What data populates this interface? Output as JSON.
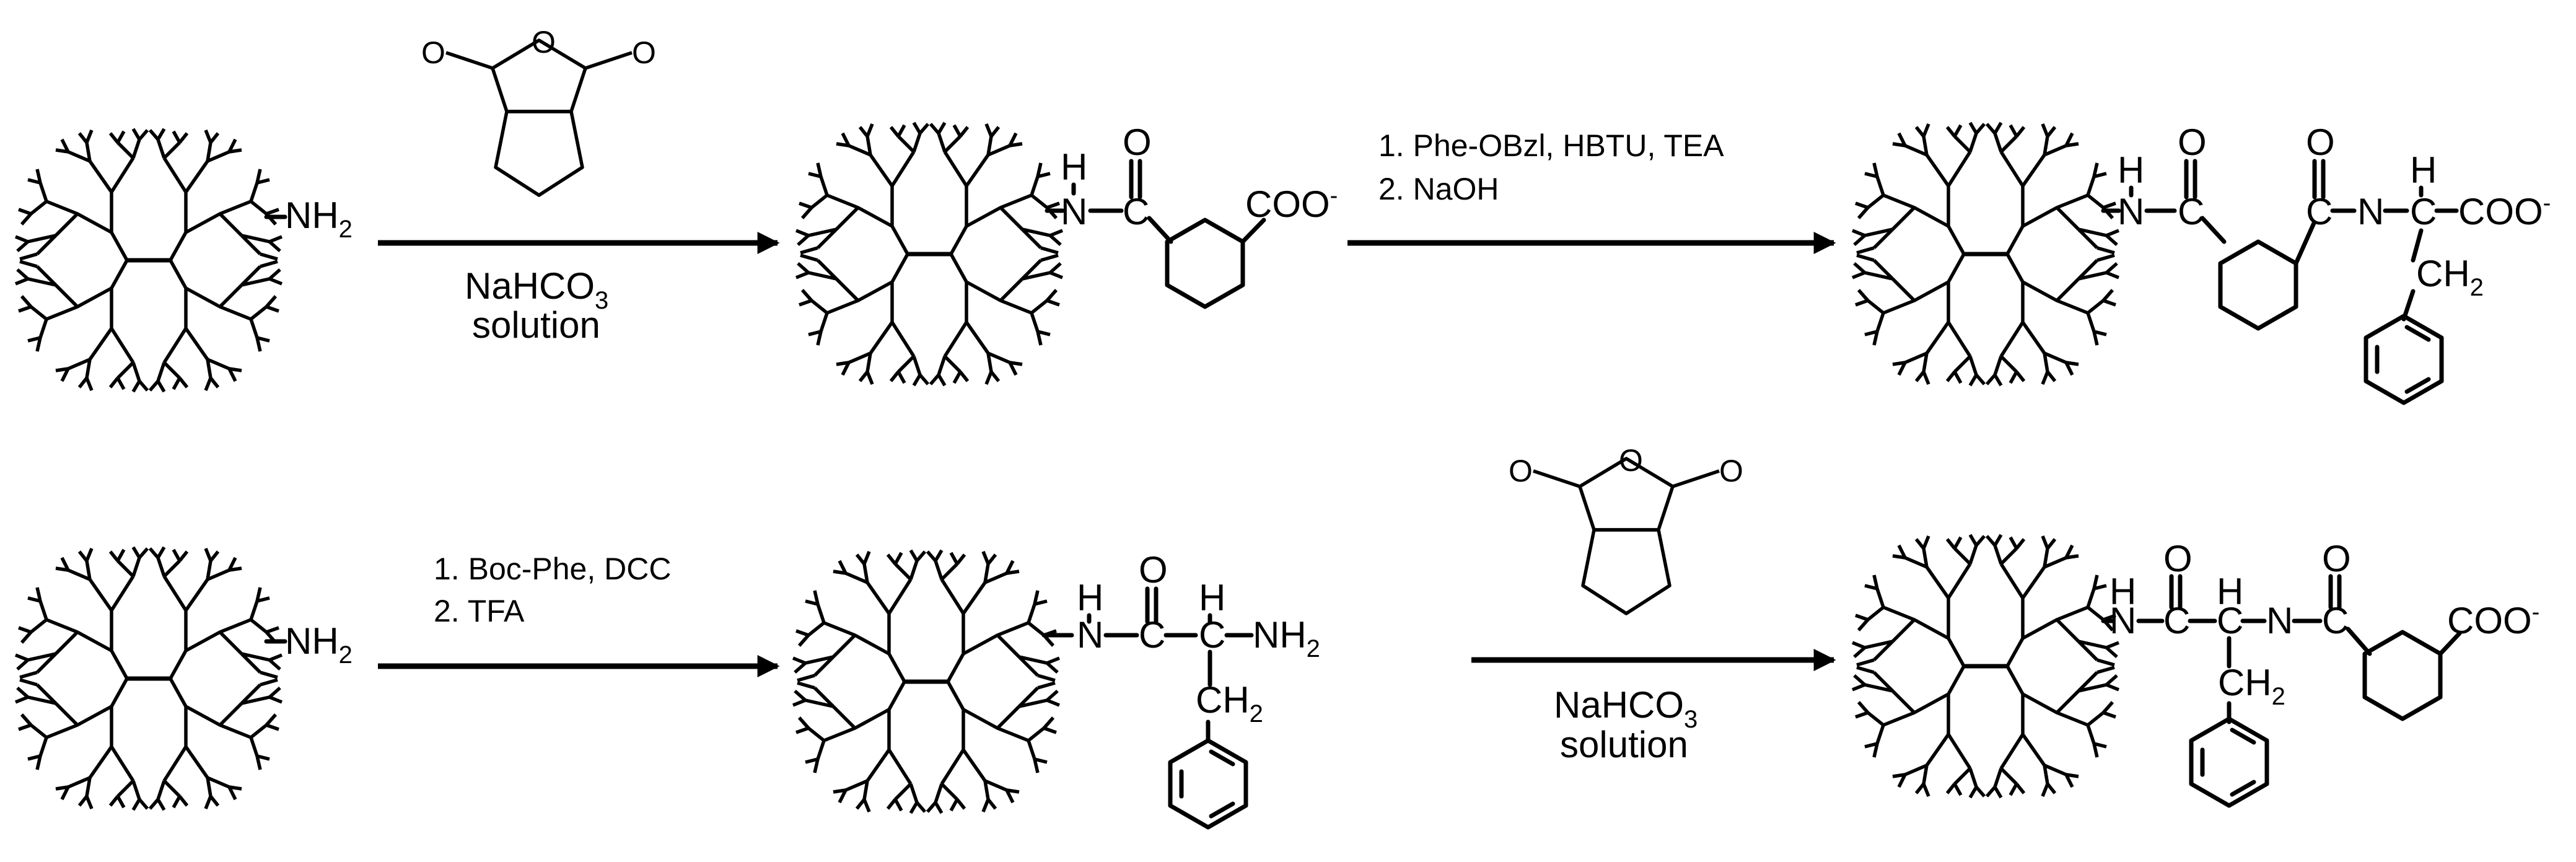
{
  "row1": {
    "start_group": "NH",
    "start_group_sub": "2",
    "arrow1_reagent_line1_main": "NaHCO",
    "arrow1_reagent_line1_sub": "3",
    "arrow1_reagent_line2": "solution",
    "mid_h": "H",
    "mid_n": "N",
    "mid_c": "C",
    "mid_o": "O",
    "mid_coo": "COO",
    "mid_coo_charge": "-",
    "arrow2_step1": "1. Phe-OBzl, HBTU, TEA",
    "arrow2_step2": "2. NaOH",
    "prod_h": "H",
    "prod_n": "N",
    "prod_c": "C",
    "prod_o": "O",
    "prod_c2": "C",
    "prod_n2": "N",
    "prod_h2": "H",
    "prod_c3": "C",
    "prod_o2": "O",
    "prod_coo": "COO",
    "prod_coo_charge": "-",
    "prod_ch2": "CH",
    "prod_ch2_sub": "2"
  },
  "row2": {
    "start_group": "NH",
    "start_group_sub": "2",
    "arrow1_step1": "1. Boc-Phe, DCC",
    "arrow1_step2": "2. TFA",
    "mid_h": "H",
    "mid_n": "N",
    "mid_c": "C",
    "mid_o": "O",
    "mid_h2": "H",
    "mid_c2": "C",
    "mid_nh2": "NH",
    "mid_nh2_sub": "2",
    "mid_ch2": "CH",
    "mid_ch2_sub": "2",
    "arrow2_reagent_line1_main": "NaHCO",
    "arrow2_reagent_line1_sub": "3",
    "arrow2_reagent_line2": "solution",
    "prod_h": "H",
    "prod_n": "N",
    "prod_c": "C",
    "prod_o": "O",
    "prod_h2": "H",
    "prod_c2": "C",
    "prod_n2": "N",
    "prod_c3": "C",
    "prod_o2": "O",
    "prod_coo": "COO",
    "prod_coo_charge": "-",
    "prod_ch2": "CH",
    "prod_ch2_sub": "2"
  },
  "anhydride": {
    "o_ring": "O",
    "o_left": "O",
    "o_right": "O"
  }
}
